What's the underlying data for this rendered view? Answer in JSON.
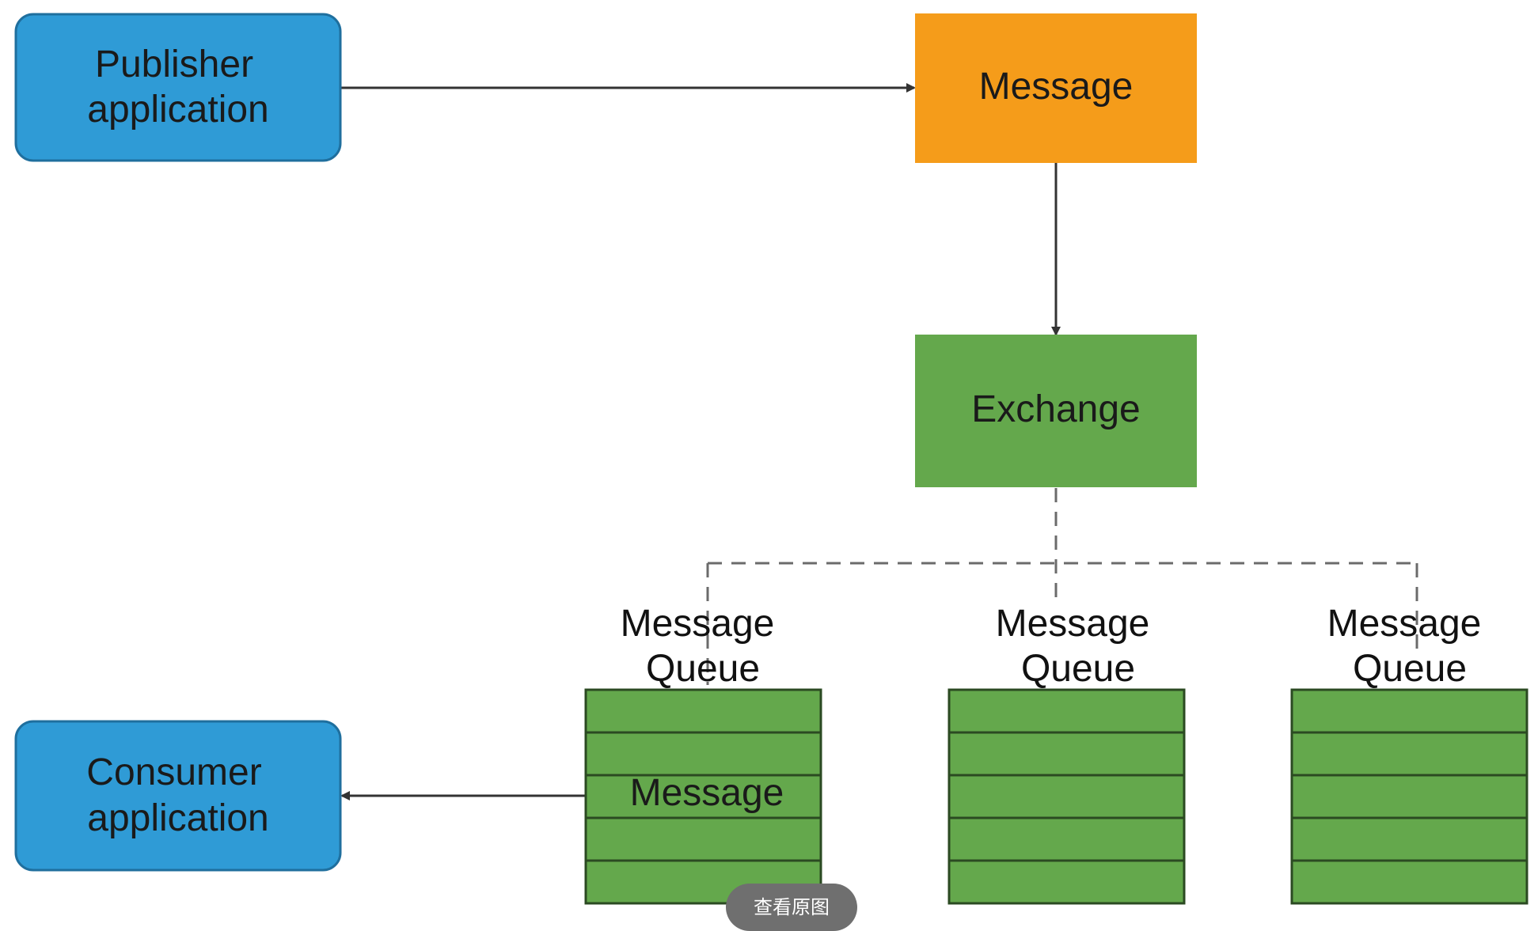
{
  "nodes": {
    "publisher": {
      "line1": "Publisher",
      "line2": "application"
    },
    "message": {
      "label": "Message"
    },
    "exchange": {
      "label": "Exchange"
    },
    "consumer": {
      "line1": "Consumer",
      "line2": "application"
    }
  },
  "queues": [
    {
      "line1": "Message",
      "line2": "Queue",
      "item": "Message"
    },
    {
      "line1": "Message",
      "line2": "Queue"
    },
    {
      "line1": "Message",
      "line2": "Queue"
    }
  ],
  "overlay": {
    "view_original_label": "查看原图"
  },
  "colors": {
    "app_fill": "#2f9bd6",
    "app_stroke": "#1f6f9e",
    "message_fill": "#f59c1a",
    "exchange_fill": "#64a84c",
    "queue_fill": "#64a84c",
    "queue_line": "#2b4a22",
    "arrow": "#333333",
    "dashed": "#6b6b6b"
  }
}
